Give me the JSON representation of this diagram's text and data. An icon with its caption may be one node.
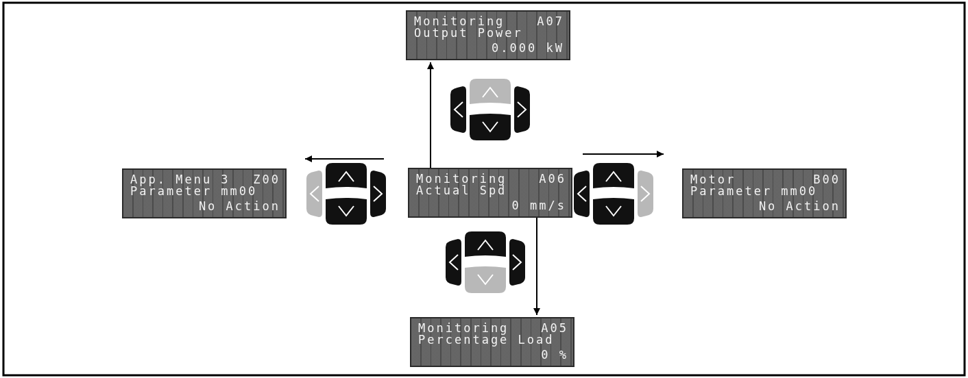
{
  "diagram": {
    "nodes": [
      {
        "text": [
          "Monitoring",
          "A07",
          "Output Power",
          "0.000 kW"
        ]
      },
      {
        "text": [
          "App. Menu 3",
          "Z00",
          "Parameter mm00",
          "No Action"
        ]
      },
      {
        "text": [
          "Monitoring",
          "A06",
          "Actual Spd",
          "0 mm/s"
        ]
      },
      {
        "text": [
          "Motor",
          "B00",
          "Parameter mm00",
          "No Action"
        ]
      },
      {
        "text": [
          "Monitoring",
          "A05",
          "Percentage Load",
          "0 %"
        ]
      }
    ],
    "edges": [
      {
        "from": 2,
        "to": 0,
        "arrow": "to"
      },
      {
        "from": 2,
        "to": 1,
        "arrow": "to"
      },
      {
        "from": 2,
        "to": 3,
        "arrow": "to"
      },
      {
        "from": 2,
        "to": 4,
        "arrow": "to"
      }
    ]
  }
}
